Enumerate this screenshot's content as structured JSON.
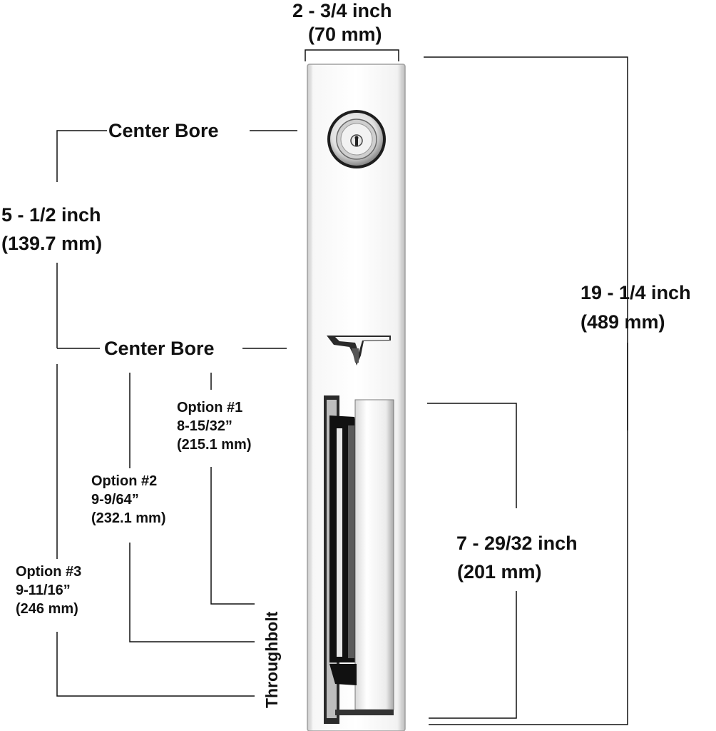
{
  "labels": {
    "width_in": "2 - 3/4 inch",
    "width_mm": "(70 mm)",
    "center_bore_top": "Center Bore",
    "center_bore_bottom": "Center Bore",
    "bore_spacing_in": "5 - 1/2 inch",
    "bore_spacing_mm": "(139.7 mm)",
    "height_in": "19 - 1/4 inch",
    "height_mm": "(489 mm)",
    "handle_in": "7 - 29/32  inch",
    "handle_mm": "(201 mm)",
    "throughbolt": "Throughbolt"
  },
  "options": [
    {
      "title": "Option #1",
      "inch": "8-15/32”",
      "mm": "(215.1 mm)"
    },
    {
      "title": "Option #2",
      "inch": "9-9/64”",
      "mm": "(232.1 mm)"
    },
    {
      "title": "Option #3",
      "inch": "9-11/16”",
      "mm": "(246 mm)"
    }
  ],
  "colors": {
    "line": "#111111",
    "plate": "#f4f4f4",
    "plate_edge": "#9a9a9a",
    "chrome_dark": "#222222"
  }
}
